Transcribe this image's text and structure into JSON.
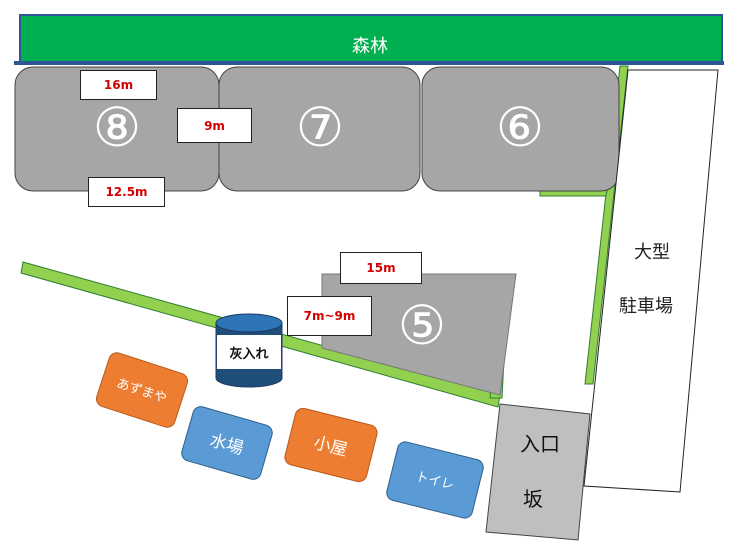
{
  "forest": {
    "label": "森林"
  },
  "sites": [
    {
      "number": "⑧"
    },
    {
      "number": "⑦"
    },
    {
      "number": "⑥"
    },
    {
      "number": "⑤"
    }
  ],
  "dimensions": {
    "site8_top": "16m",
    "site8_bottom": "12.5m",
    "between_8_7": "9m",
    "site5_top": "15m",
    "site5_side": "7m~9m"
  },
  "parking": {
    "line1": "大型",
    "line2": "駐車場"
  },
  "entrance": {
    "line1": "入口",
    "line2": "坂"
  },
  "ash_bin": {
    "label": "灰入れ"
  },
  "facilities": [
    {
      "label": "あずまや"
    },
    {
      "label": "水場"
    },
    {
      "label": "小屋"
    },
    {
      "label": "トイレ"
    }
  ],
  "colors": {
    "forest": "#00b050",
    "forest_border": "#2f5597",
    "site": "#a6a6a6",
    "path": "#92d050",
    "facility_orange": "#ed7d31",
    "facility_blue": "#5b9bd5",
    "ash_bin": "#1f4e79",
    "dimension_text": "#d40000"
  }
}
